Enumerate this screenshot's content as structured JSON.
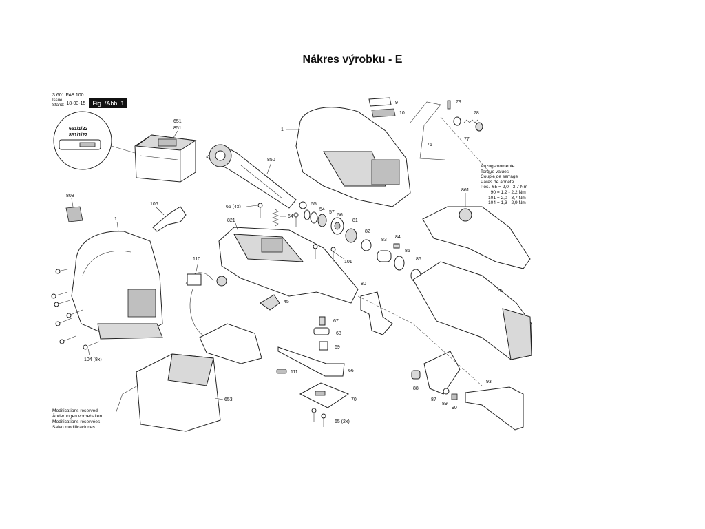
{
  "title": "Nákres výrobku - E",
  "header": {
    "part_number": "3 601 FA8 100",
    "issue_label": "Issue",
    "stand_label": "Stand:",
    "date": "18-03-15",
    "figure": "Fig. /Abb. 1"
  },
  "battery_callout": {
    "line1": "651/1/22",
    "line2": "851/1/22"
  },
  "notes": [
    "Modifications reserved",
    "Änderungen vorbehalten",
    "Modifications réservées",
    "Salvo modificaciones"
  ],
  "torque": {
    "title_lines": [
      "Anzugsmomente",
      "Torque values",
      "Couple de serrage",
      "Pares de apriete"
    ],
    "values": [
      "Pos.  65 = 2,0 - 3,7 Nm",
      "        90 = 1,2 - 2,2 Nm",
      "      101 = 2,0 - 3,7 Nm",
      "      104 = 1,3 - 2,9 Nm"
    ]
  },
  "parts": {
    "p1a": "1",
    "p1b": "1",
    "p9": "9",
    "p10": "10",
    "p45": "45",
    "p54": "54",
    "p55": "55",
    "p56": "56",
    "p57": "57",
    "p64": "64",
    "p65a": "65 (4x)",
    "p65b": "65 (2x)",
    "p66": "66",
    "p67": "67",
    "p68": "68",
    "p69": "69",
    "p70": "70",
    "p75": "75",
    "p76": "76",
    "p77": "77",
    "p78": "78",
    "p79": "79",
    "p80": "80",
    "p81": "81",
    "p82": "82",
    "p83": "83",
    "p84": "84",
    "p85": "85",
    "p86": "86",
    "p87": "87",
    "p88": "88",
    "p89": "89",
    "p90": "90",
    "p93": "93",
    "p101": "101",
    "p104": "104 (8x)",
    "p106": "106",
    "p110": "110",
    "p111": "111",
    "p651": "651",
    "p851": "851",
    "p653": "653",
    "p808": "808",
    "p821": "821",
    "p850": "850",
    "p861": "861"
  }
}
